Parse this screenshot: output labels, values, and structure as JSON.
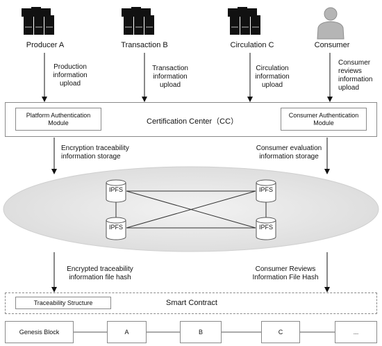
{
  "actors": {
    "producer": "Producer A",
    "transaction": "Transaction B",
    "circulation": "Circulation C",
    "consumer": "Consumer"
  },
  "uploads": {
    "production": "Production\ninformation\nupload",
    "transaction": "Transaction\ninformation\nupload",
    "circulation": "Circulation\ninformation\nupload",
    "consumer": "Consumer\nreviews\ninformation\nupload"
  },
  "certification_center": {
    "title": "Certification Center（CC）",
    "platform_module": "Platform Authentication\nModule",
    "consumer_module": "Consumer Authentication\nModule"
  },
  "storage": {
    "encryption": "Encryption traceability\ninformation storage",
    "consumer_eval": "Consumer evaluation\ninformation storage"
  },
  "ipfs_nodes": [
    "IPFS",
    "IPFS",
    "IPFS",
    "IPFS"
  ],
  "hash": {
    "encrypted": "Encrypted traceability\ninformation file hash",
    "consumer": "Consumer Reviews\nInformation File Hash"
  },
  "smart_contract": {
    "title": "Smart Contract",
    "traceability": "Traceability Structure"
  },
  "chain": [
    "Genesis Block",
    "A",
    "B",
    "C",
    "..."
  ]
}
